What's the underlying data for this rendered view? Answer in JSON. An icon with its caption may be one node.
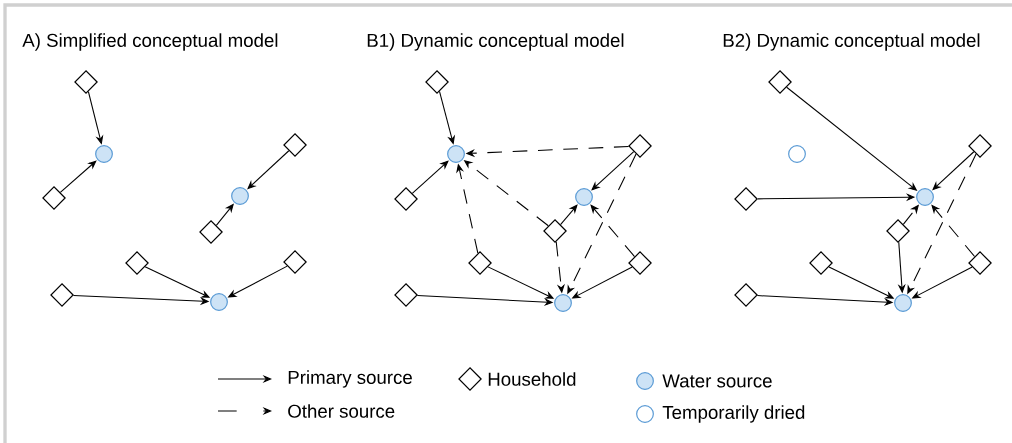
{
  "diagram": {
    "nodes": [
      {
        "text": [],
        "shape": "diamond"
      },
      {
        "text": [],
        "shape": "circle"
      },
      {
        "text": [],
        "shape": "diamond"
      },
      {
        "text": [],
        "shape": "circle"
      },
      {
        "text": [],
        "shape": "diamond"
      },
      {
        "text": [],
        "shape": "diamond"
      },
      {
        "text": [],
        "shape": "diamond"
      },
      {
        "text": [],
        "shape": "diamond"
      },
      {
        "text": [],
        "shape": "diamond"
      },
      {
        "text": [],
        "shape": "circle"
      },
      {
        "text": [],
        "shape": "diamond"
      },
      {
        "text": [],
        "shape": "diamond"
      },
      {
        "text": [],
        "shape": "circle"
      },
      {
        "text": [],
        "shape": "circle"
      },
      {
        "text": [],
        "shape": "diamond"
      },
      {
        "text": [],
        "shape": "diamond"
      },
      {
        "text": [],
        "shape": "diamond"
      },
      {
        "text": [],
        "shape": "diamond"
      },
      {
        "text": [],
        "shape": "diamond"
      },
      {
        "text": [],
        "shape": "circle"
      },
      {
        "text": [],
        "shape": "diamond"
      },
      {
        "text": [],
        "shape": "diamond"
      },
      {
        "text": [],
        "shape": "ring"
      },
      {
        "text": [],
        "shape": "circle"
      },
      {
        "text": [],
        "shape": "diamond"
      },
      {
        "text": [],
        "shape": "diamond"
      },
      {
        "text": [],
        "shape": "diamond"
      },
      {
        "text": [],
        "shape": "diamond"
      },
      {
        "text": [],
        "shape": "diamond"
      },
      {
        "text": [],
        "shape": "circle"
      }
    ],
    "edges": [
      {
        "from": 0,
        "to": 1,
        "arrow": "to"
      },
      {
        "from": 4,
        "to": 1,
        "arrow": "to"
      },
      {
        "from": 2,
        "to": 3,
        "arrow": "to"
      },
      {
        "from": 5,
        "to": 3,
        "arrow": "to"
      },
      {
        "from": 6,
        "to": 9,
        "arrow": "to"
      },
      {
        "from": 7,
        "to": 9,
        "arrow": "to"
      },
      {
        "from": 8,
        "to": 9,
        "arrow": "to"
      },
      {
        "from": 10,
        "to": 12,
        "arrow": "to"
      },
      {
        "from": 14,
        "to": 12,
        "arrow": "to"
      },
      {
        "from": 11,
        "to": 13,
        "arrow": "to"
      },
      {
        "from": 15,
        "to": 13,
        "arrow": "to"
      },
      {
        "from": 16,
        "to": 19,
        "arrow": "to"
      },
      {
        "from": 17,
        "to": 19,
        "arrow": "to"
      },
      {
        "from": 18,
        "to": 19,
        "arrow": "to"
      },
      {
        "from": 11,
        "to": 12,
        "arrow": "to",
        "style": "dashed"
      },
      {
        "from": 15,
        "to": 12,
        "arrow": "to",
        "style": "dashed"
      },
      {
        "from": 16,
        "to": 12,
        "arrow": "to",
        "style": "dashed"
      },
      {
        "from": 15,
        "to": 19,
        "arrow": "to",
        "style": "dashed"
      },
      {
        "from": 11,
        "to": 19,
        "arrow": "to",
        "style": "dashed"
      },
      {
        "from": 17,
        "to": 13,
        "arrow": "to",
        "style": "dashed"
      },
      {
        "from": 20,
        "to": 23,
        "arrow": "to"
      },
      {
        "from": 21,
        "to": 23,
        "arrow": "to"
      },
      {
        "from": 24,
        "to": 23,
        "arrow": "to"
      },
      {
        "from": 25,
        "to": 29,
        "arrow": "to"
      },
      {
        "from": 26,
        "to": 29,
        "arrow": "to"
      },
      {
        "from": 27,
        "to": 29,
        "arrow": "to"
      },
      {
        "from": 28,
        "to": 29,
        "arrow": "to"
      },
      {
        "from": 25,
        "to": 23,
        "arrow": "to",
        "style": "dashed"
      },
      {
        "from": 21,
        "to": 29,
        "arrow": "to",
        "style": "dashed"
      },
      {
        "from": 27,
        "to": 23,
        "arrow": "to",
        "style": "dashed"
      }
    ],
    "labels": [
      "A) Simplified conceptual model",
      "B1) Dynamic conceptual model",
      "B2) Dynamic conceptual model"
    ],
    "legend": [
      {
        "text": "Primary source"
      },
      {
        "text": "Household"
      },
      {
        "text": "Water source"
      },
      {
        "text": "Other source"
      },
      {
        "text": "Temporarily dried"
      }
    ]
  }
}
